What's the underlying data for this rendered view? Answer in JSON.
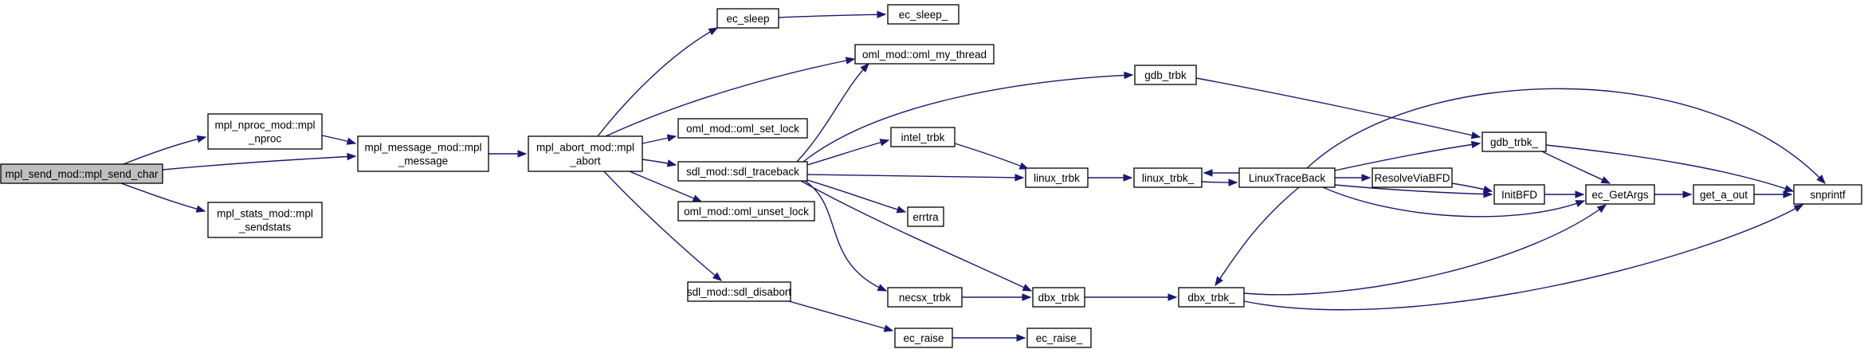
{
  "colors": {
    "edge": "#191970",
    "root_fill": "#bfbfbf",
    "node_fill": "#ffffff",
    "node_border": "#000000"
  },
  "nodes": [
    {
      "id": "send_char",
      "lines": [
        "mpl_send_mod::mpl_send_char"
      ],
      "root": true
    },
    {
      "id": "nproc",
      "lines": [
        "mpl_nproc_mod::mpl",
        "_nproc"
      ]
    },
    {
      "id": "sendstats",
      "lines": [
        "mpl_stats_mod::mpl",
        "_sendstats"
      ]
    },
    {
      "id": "message",
      "lines": [
        "mpl_message_mod::mpl",
        "_message"
      ]
    },
    {
      "id": "mabort",
      "lines": [
        "mpl_abort_mod::mpl",
        "_abort"
      ]
    },
    {
      "id": "ec_sleep",
      "lines": [
        "ec_sleep"
      ]
    },
    {
      "id": "ec_sleep_",
      "lines": [
        "ec_sleep_"
      ]
    },
    {
      "id": "oml_my_thread",
      "lines": [
        "oml_mod::oml_my_thread"
      ]
    },
    {
      "id": "oml_set_lock",
      "lines": [
        "oml_mod::oml_set_lock"
      ]
    },
    {
      "id": "sdl_traceback",
      "lines": [
        "sdl_mod::sdl_traceback"
      ]
    },
    {
      "id": "oml_unset_lock",
      "lines": [
        "oml_mod::oml_unset_lock"
      ]
    },
    {
      "id": "sdl_disabort",
      "lines": [
        "sdl_mod::sdl_disabort"
      ]
    },
    {
      "id": "gdb_trbk",
      "lines": [
        "gdb_trbk"
      ]
    },
    {
      "id": "intel_trbk",
      "lines": [
        "intel_trbk"
      ]
    },
    {
      "id": "linux_trbk",
      "lines": [
        "linux_trbk"
      ]
    },
    {
      "id": "errtra",
      "lines": [
        "errtra"
      ]
    },
    {
      "id": "necsx_trbk",
      "lines": [
        "necsx_trbk"
      ]
    },
    {
      "id": "dbx_trbk",
      "lines": [
        "dbx_trbk"
      ]
    },
    {
      "id": "ec_raise",
      "lines": [
        "ec_raise"
      ]
    },
    {
      "id": "ec_raise_",
      "lines": [
        "ec_raise_"
      ]
    },
    {
      "id": "linux_trbk_",
      "lines": [
        "linux_trbk_"
      ]
    },
    {
      "id": "LinuxTraceBack",
      "lines": [
        "LinuxTraceBack"
      ]
    },
    {
      "id": "gdb_trbk_",
      "lines": [
        "gdb_trbk_"
      ]
    },
    {
      "id": "ResolveViaBFD",
      "lines": [
        "ResolveViaBFD"
      ]
    },
    {
      "id": "InitBFD",
      "lines": [
        "InitBFD"
      ]
    },
    {
      "id": "dbx_trbk_",
      "lines": [
        "dbx_trbk_"
      ]
    },
    {
      "id": "ec_GetArgs",
      "lines": [
        "ec_GetArgs"
      ]
    },
    {
      "id": "get_a_out",
      "lines": [
        "get_a_out"
      ]
    },
    {
      "id": "snprintf",
      "lines": [
        "snprintf"
      ]
    }
  ],
  "edges": [
    [
      "send_char",
      "nproc"
    ],
    [
      "send_char",
      "message"
    ],
    [
      "send_char",
      "sendstats"
    ],
    [
      "nproc",
      "message"
    ],
    [
      "message",
      "mabort"
    ],
    [
      "mabort",
      "ec_sleep"
    ],
    [
      "mabort",
      "oml_my_thread"
    ],
    [
      "mabort",
      "oml_set_lock"
    ],
    [
      "mabort",
      "sdl_traceback"
    ],
    [
      "mabort",
      "oml_unset_lock"
    ],
    [
      "mabort",
      "sdl_disabort"
    ],
    [
      "ec_sleep",
      "ec_sleep_"
    ],
    [
      "sdl_traceback",
      "oml_my_thread"
    ],
    [
      "sdl_traceback",
      "gdb_trbk"
    ],
    [
      "sdl_traceback",
      "intel_trbk"
    ],
    [
      "sdl_traceback",
      "linux_trbk"
    ],
    [
      "sdl_traceback",
      "errtra"
    ],
    [
      "sdl_traceback",
      "necsx_trbk"
    ],
    [
      "sdl_traceback",
      "dbx_trbk"
    ],
    [
      "sdl_disabort",
      "ec_raise"
    ],
    [
      "ec_raise",
      "ec_raise_"
    ],
    [
      "gdb_trbk",
      "gdb_trbk_"
    ],
    [
      "intel_trbk",
      "linux_trbk"
    ],
    [
      "linux_trbk",
      "linux_trbk_"
    ],
    [
      "necsx_trbk",
      "dbx_trbk"
    ],
    [
      "dbx_trbk",
      "dbx_trbk_"
    ],
    [
      "linux_trbk_",
      "LinuxTraceBack"
    ],
    [
      "LinuxTraceBack",
      "linux_trbk_"
    ],
    [
      "LinuxTraceBack",
      "snprintf"
    ],
    [
      "LinuxTraceBack",
      "gdb_trbk_"
    ],
    [
      "LinuxTraceBack",
      "ResolveViaBFD"
    ],
    [
      "LinuxTraceBack",
      "InitBFD"
    ],
    [
      "LinuxTraceBack",
      "ec_GetArgs"
    ],
    [
      "LinuxTraceBack",
      "dbx_trbk_"
    ],
    [
      "gdb_trbk_",
      "ec_GetArgs"
    ],
    [
      "gdb_trbk_",
      "snprintf"
    ],
    [
      "ResolveViaBFD",
      "InitBFD"
    ],
    [
      "InitBFD",
      "ec_GetArgs"
    ],
    [
      "dbx_trbk_",
      "ec_GetArgs"
    ],
    [
      "dbx_trbk_",
      "snprintf"
    ],
    [
      "ec_GetArgs",
      "get_a_out"
    ],
    [
      "get_a_out",
      "snprintf"
    ]
  ]
}
